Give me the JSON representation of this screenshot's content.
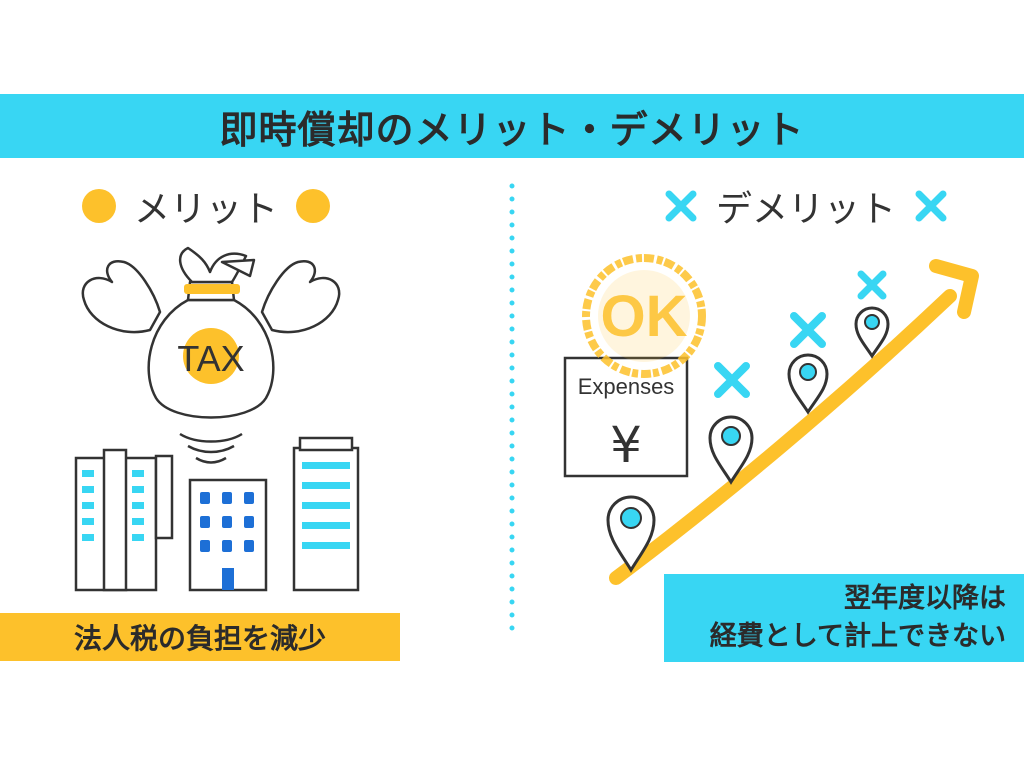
{
  "title": "即時償却のメリット・デメリット",
  "merit": {
    "heading": "メリット",
    "bag_label": "TAX",
    "caption": "法人税の負担を減少"
  },
  "demerit": {
    "heading": "デメリット",
    "stamp_text": "OK",
    "document_label": "Expenses",
    "currency_symbol": "¥",
    "caption_line1": "翌年度以降は",
    "caption_line2": "経費として計上できない"
  },
  "colors": {
    "cyan": "#38d6f3",
    "yellow": "#fdc12b",
    "ink": "#2b2b2b"
  },
  "icons": [
    "winged-money-bag-icon",
    "building-icon",
    "ok-stamp-icon",
    "document-icon",
    "location-pin-icon",
    "cross-icon",
    "rising-arrow-icon"
  ]
}
